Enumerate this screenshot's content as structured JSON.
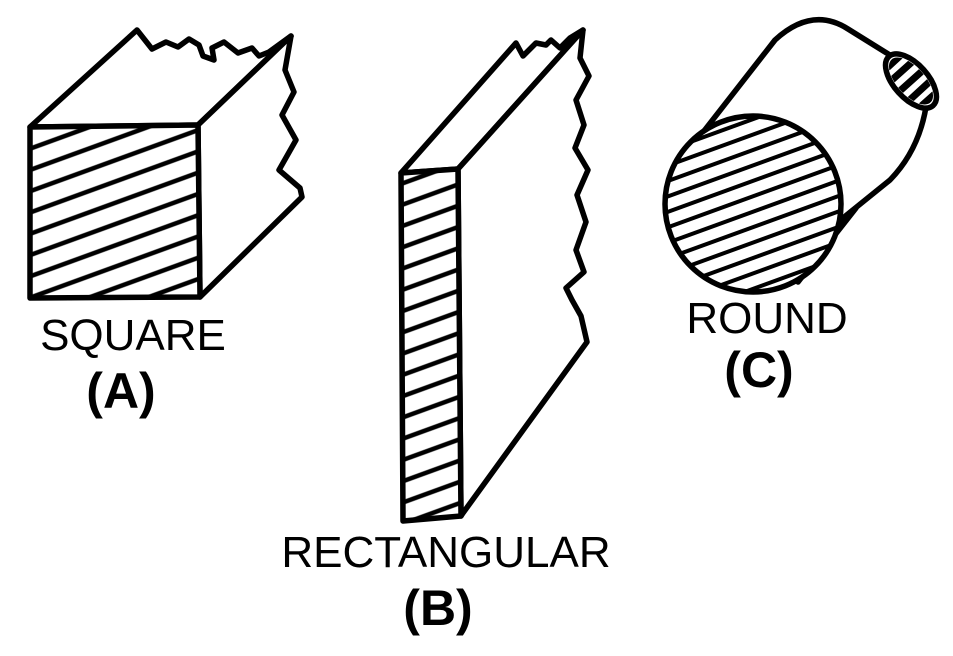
{
  "canvas": {
    "background": "#ffffff",
    "line_color": "#000000"
  },
  "figures": [
    {
      "name": "SQUARE",
      "designator": "(A)",
      "shape": "square-bar"
    },
    {
      "name": "RECTANGULAR",
      "designator": "(B)",
      "shape": "rectangular-bar"
    },
    {
      "name": "ROUND",
      "designator": "(C)",
      "shape": "round-bar"
    }
  ]
}
